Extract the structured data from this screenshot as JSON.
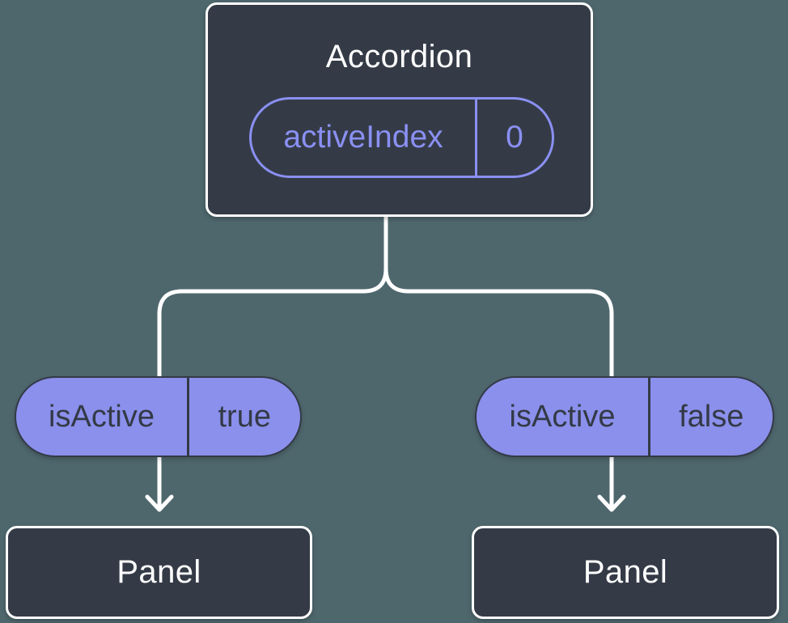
{
  "colors": {
    "background": "#4E676D",
    "node_fill": "#343B47",
    "node_border": "#FFFFFF",
    "accent_purple": "#8A90F2",
    "pill_fill": "#8B90EC",
    "pill_text": "#333A46",
    "connector": "#FFFFFF",
    "title_text": "#FFFFFF"
  },
  "root_node": {
    "title": "Accordion",
    "prop": {
      "name": "activeIndex",
      "value": "0"
    }
  },
  "children": [
    {
      "prop": {
        "name": "isActive",
        "value": "true"
      },
      "label": "Panel"
    },
    {
      "prop": {
        "name": "isActive",
        "value": "false"
      },
      "label": "Panel"
    }
  ]
}
